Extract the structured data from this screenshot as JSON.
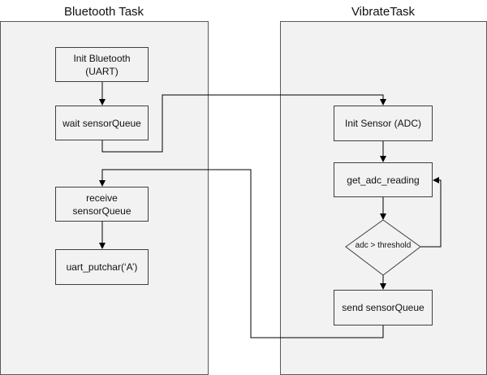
{
  "lanes": {
    "bluetooth": {
      "title": "Bluetooth Task"
    },
    "vibrate": {
      "title": "VibrateTask"
    }
  },
  "nodes": {
    "init_bluetooth": {
      "line1": "Init Bluetooth",
      "line2": "(UART)"
    },
    "wait_sensor_queue": {
      "label": "wait sensorQueue"
    },
    "receive_sensor_queue": {
      "line1": "receive",
      "line2": "sensorQueue"
    },
    "uart_putchar": {
      "label": "uart_putchar(‘A’)"
    },
    "init_sensor": {
      "label": "Init Sensor (ADC)"
    },
    "get_adc_reading": {
      "label": "get_adc_reading"
    },
    "adc_decision": {
      "label": "adc > threshold"
    },
    "send_sensor_queue": {
      "label": "send sensorQueue"
    }
  },
  "colors": {
    "lane_fill": "#f2f2f2",
    "lane_border": "#595959",
    "box_border": "#3f3f3f",
    "connector": "#000000"
  }
}
